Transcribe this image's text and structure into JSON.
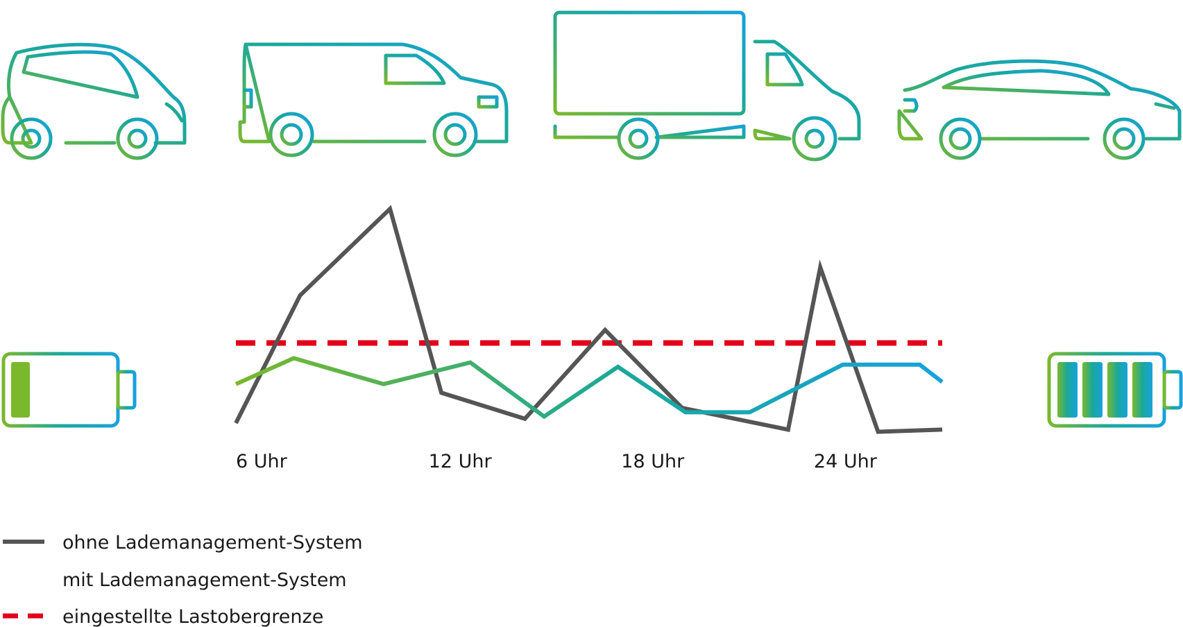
{
  "colors": {
    "gradient_start": "#7ab82c",
    "gradient_mid": "#1aa89a",
    "gradient_end": "#17a2dc",
    "without_line": "#555555",
    "limit_line": "#e2001a",
    "text": "#1a1a1a"
  },
  "icons": {
    "vehicles": [
      "small-car-icon",
      "van-icon",
      "truck-icon",
      "sedan-icon"
    ],
    "battery_left": "battery-low-icon",
    "battery_right": "battery-full-icon"
  },
  "chart_data": {
    "type": "line",
    "x_ticks": [
      "6 Uhr",
      "12 Uhr",
      "18 Uhr",
      "24 Uhr"
    ],
    "x_tick_hours": [
      6,
      12,
      18,
      24
    ],
    "xlim": [
      6,
      28
    ],
    "ylim": [
      0,
      100
    ],
    "grid": false,
    "legend_placement": "bottom-left",
    "limit": {
      "name": "eingestellte Lastobergrenze",
      "y": 37,
      "style": "dashed"
    },
    "series": [
      {
        "name": "ohne Lademanagement-System",
        "style": "solid-gray",
        "x": [
          6,
          8,
          10.8,
          12.4,
          15,
          17.5,
          19.9,
          23.2,
          24.2,
          26,
          28
        ],
        "y": [
          0,
          59,
          99,
          14,
          2,
          43,
          7,
          -3,
          72,
          -4,
          -3
        ]
      },
      {
        "name": "mit Lademanagement-System",
        "style": "solid-gradient",
        "x": [
          6,
          7.8,
          10.6,
          13.3,
          15.6,
          17.9,
          20.0,
          22.0,
          24.9,
          27.3,
          28
        ],
        "y": [
          18,
          30,
          18,
          28,
          3,
          26,
          5,
          5,
          27,
          27,
          19
        ]
      }
    ]
  }
}
